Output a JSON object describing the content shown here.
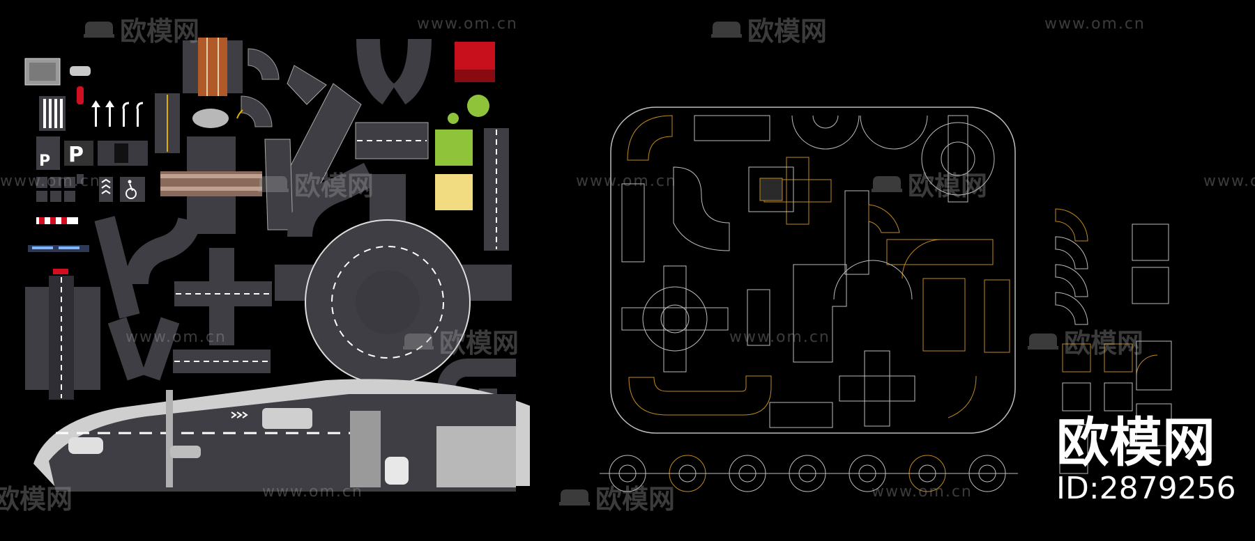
{
  "watermark": {
    "brand": "欧模网",
    "url": "www.om.cn"
  },
  "badge": {
    "title": "欧模网",
    "id_text": "ID:2879256"
  },
  "colors": {
    "road": "#3e3e44",
    "lane_line": "#ffffff",
    "yellow_line": "#e0b000",
    "cad_line": "#bdbdbd",
    "cad_accent": "#c08a20",
    "grass": "#8fc43a",
    "sand": "#f2dc82",
    "roof_red": "#c8101c"
  }
}
